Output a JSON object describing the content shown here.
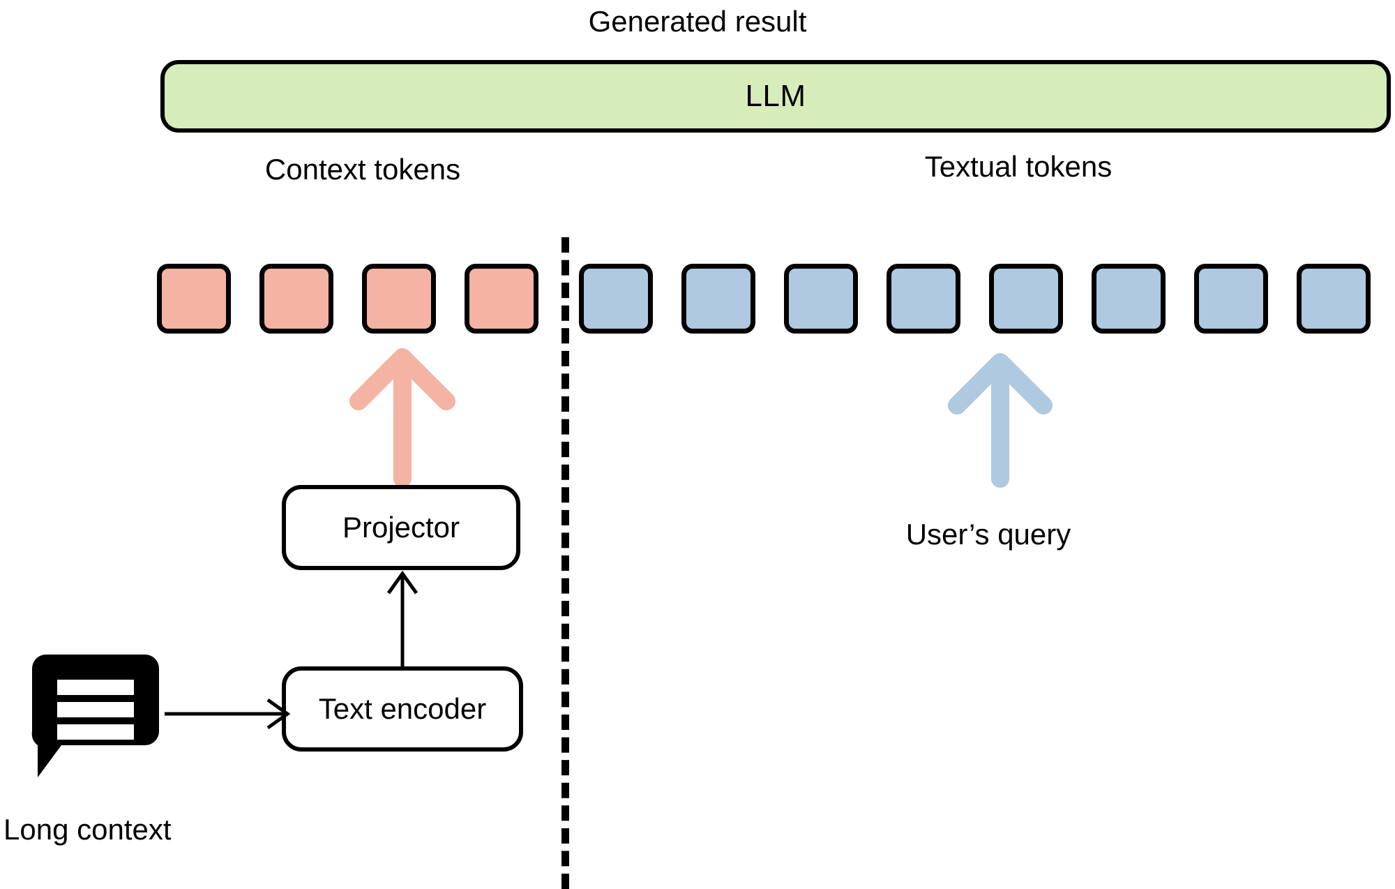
{
  "diagram": {
    "title": "Generated result",
    "colors": {
      "llm_fill": "#d6ecbb",
      "context_token_fill": "#f4b3a3",
      "textual_token_fill": "#aec9e0",
      "context_arrow": "#f4b3a3",
      "textual_arrow": "#aec9e0",
      "stroke": "#000000",
      "background": "#ffffff"
    },
    "llm": {
      "label": "LLM"
    },
    "sections": {
      "context": {
        "label": "Context tokens",
        "token_count": 4
      },
      "textual": {
        "label": "Textual tokens",
        "token_count": 8
      }
    },
    "tokens": {
      "context": [
        "",
        "",
        "",
        ""
      ],
      "textual": [
        "",
        "",
        "",
        "",
        "",
        "",
        "",
        ""
      ]
    },
    "nodes": {
      "projector": "Projector",
      "text_encoder": "Text encoder"
    },
    "captions": {
      "long_context": "Long context",
      "users_query": "User’s query"
    },
    "icons": {
      "long_context": "speech-bubble-icon",
      "context_arrow": "arrow-up-icon",
      "textual_arrow": "arrow-up-icon",
      "encoder_to_projector": "arrow-up-icon",
      "context_to_encoder": "arrow-right-icon"
    }
  }
}
